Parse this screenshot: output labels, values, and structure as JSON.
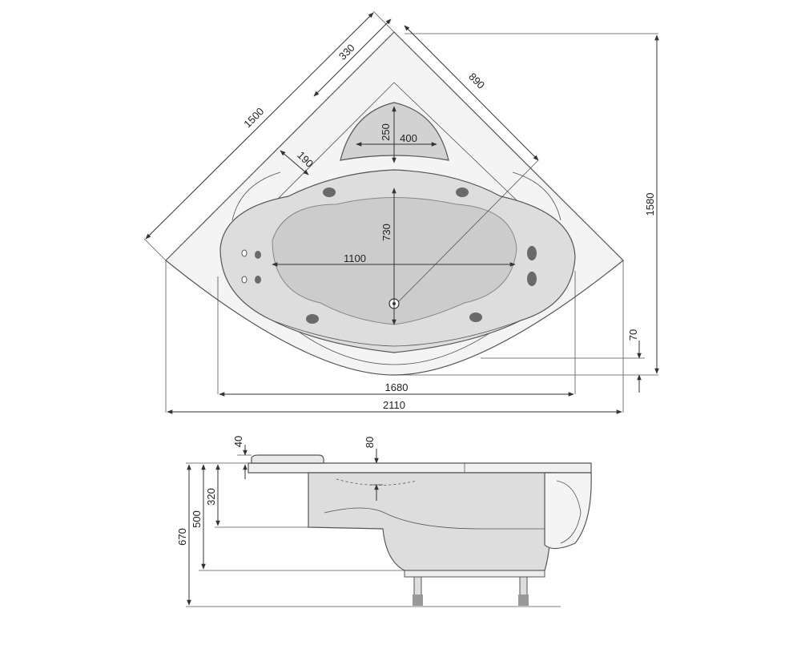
{
  "diagram": {
    "top_view": {
      "dimensions": {
        "d1500": "1500",
        "d330": "330",
        "d890": "890",
        "d250": "250",
        "d400": "400",
        "d190": "190",
        "d730": "730",
        "d1100": "1100",
        "d1580": "1580",
        "d70": "70",
        "d1680": "1680",
        "d2110": "2110"
      }
    },
    "side_view": {
      "dimensions": {
        "d40": "40",
        "d80": "80",
        "d320": "320",
        "d500": "500",
        "d670": "670"
      }
    },
    "colors": {
      "stroke": "#555555",
      "shell": "#f4f4f4",
      "basin": "#dddddd",
      "basin_inner": "#cccccc",
      "jet": "#6a6a6a"
    }
  }
}
